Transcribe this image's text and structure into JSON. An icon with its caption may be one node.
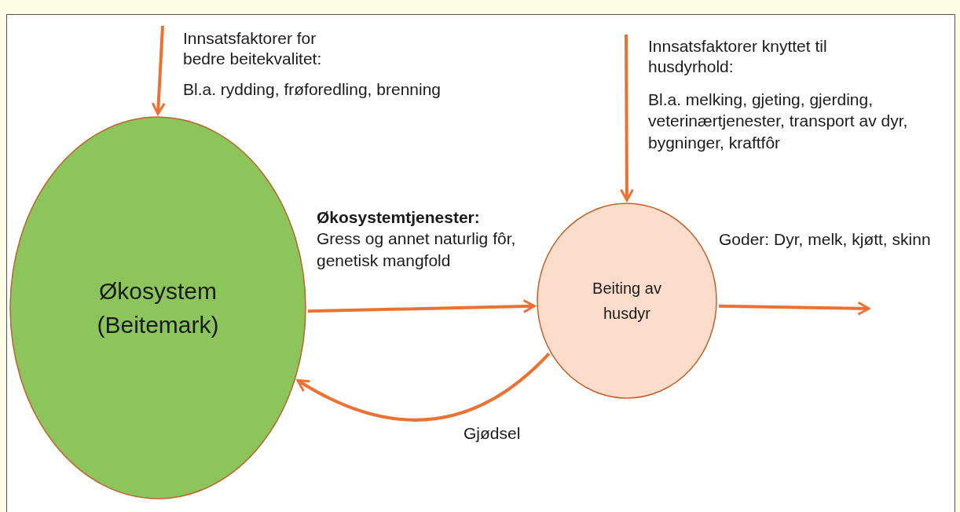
{
  "diagram": {
    "nodes": [
      {
        "text": [
          "Økosystem (Beitemark)"
        ]
      },
      {
        "text": [
          "Beiting av husdyr"
        ]
      }
    ],
    "edges": [
      {
        "from": null,
        "to": 0,
        "arrow": "to"
      },
      {
        "from": null,
        "to": 1,
        "arrow": "to"
      },
      {
        "from": 0,
        "to": 1,
        "arrow": "to",
        "label": "**Økosystemtjenester:** Gress og annet naturlig fôr, genetisk mangfold"
      },
      {
        "from": 1,
        "to": null,
        "arrow": "to",
        "label": "Goder: Dyr, melk, kjøtt, skinn"
      },
      {
        "from": 1,
        "to": 0,
        "arrow": "to",
        "label": "Gjødsel"
      }
    ],
    "labels": [
      "Innsatsfaktorer for bedre beitekvalitet:",
      "Bl.a. rydding, frøforedling, brenning",
      "Innsatsfaktorer knyttet til husdyrhold:",
      "Bl.a. melking, gjeting, gjerding, veterinærtjenester, transport av dyr, bygninger, kraftfôr"
    ]
  }
}
